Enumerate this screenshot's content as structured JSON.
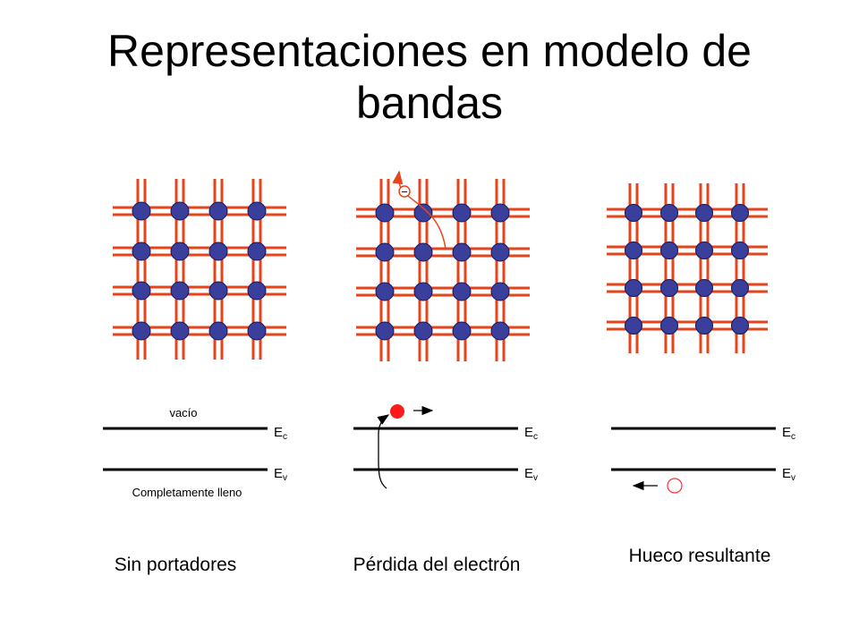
{
  "slide": {
    "title_line1": "Representaciones en modelo de",
    "title_line2": "bandas"
  },
  "panels": [
    {
      "id": "sin-portadores",
      "caption": "Sin portadores",
      "top_band_note": "vacío",
      "bottom_band_note": "Completamente lleno",
      "ec_main": "E",
      "ec_sub": "c",
      "ev_main": "E",
      "ev_sub": "v"
    },
    {
      "id": "perdida",
      "caption": "Pérdida del electrón",
      "lattice_electron_sign": "−",
      "ec_main": "E",
      "ec_sub": "c",
      "ev_main": "E",
      "ev_sub": "v"
    },
    {
      "id": "hueco",
      "caption": "Hueco resultante",
      "ec_main": "E",
      "ec_sub": "c",
      "ev_main": "E",
      "ev_sub": "v"
    }
  ],
  "colors": {
    "bond": "#e8431a",
    "atom_fill": "#3b3f9c",
    "atom_stroke": "#15185c",
    "band_line": "#000000",
    "electron": "#ff1a1a",
    "hole": "#ff3030"
  }
}
